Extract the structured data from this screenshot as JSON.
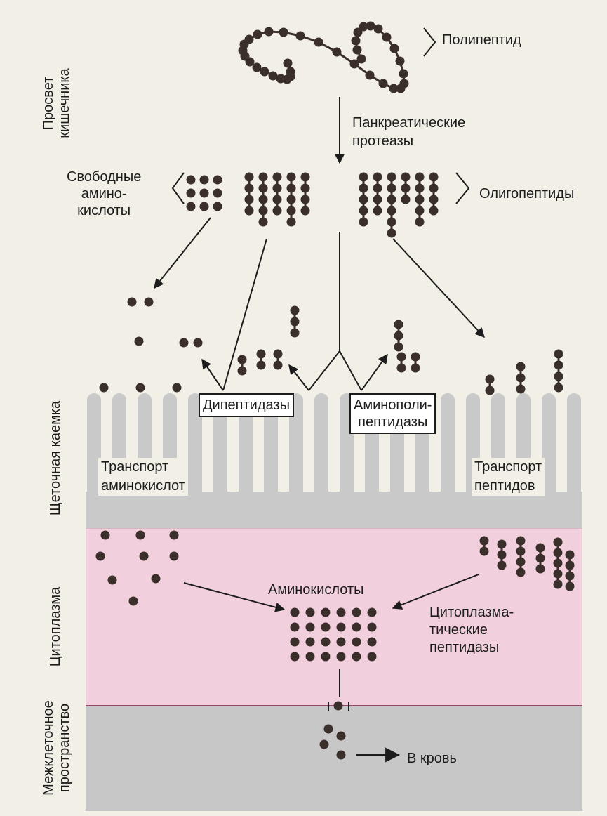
{
  "colors": {
    "background": "#f2efe6",
    "microvilli": "#c9c9c9",
    "cytoplasm": "#f2cfdc",
    "intercellular": "#c7c7c7",
    "residue": "#3a2f2b",
    "line": "#1c1c1c"
  },
  "labels": {
    "polypeptide": "Полипептид",
    "pancreatic_proteases": "Панкреатические\nпротеазы",
    "free_amino_acids": "Свободные\nамино-\nкислоты",
    "oligopeptides": "Олигопептиды",
    "dipeptidases": "Дипептидазы",
    "aminopolypeptidases": "Аминополи-\nпептидазы",
    "aa_transport": "Транспорт\nаминокислот",
    "peptide_transport": "Транспорт\nпептидов",
    "amino_acids": "Аминокислоты",
    "cytoplasmic_peptidases": "Цитоплазма-\nтические\nпептидазы",
    "to_blood": "В кровь"
  },
  "side_labels": {
    "lumen": "Просвет\nкишечника",
    "brush_border": "Щеточная каемка",
    "cytoplasm": "Цитоплазма",
    "intercellular": "Межклеточное\nпространство"
  }
}
